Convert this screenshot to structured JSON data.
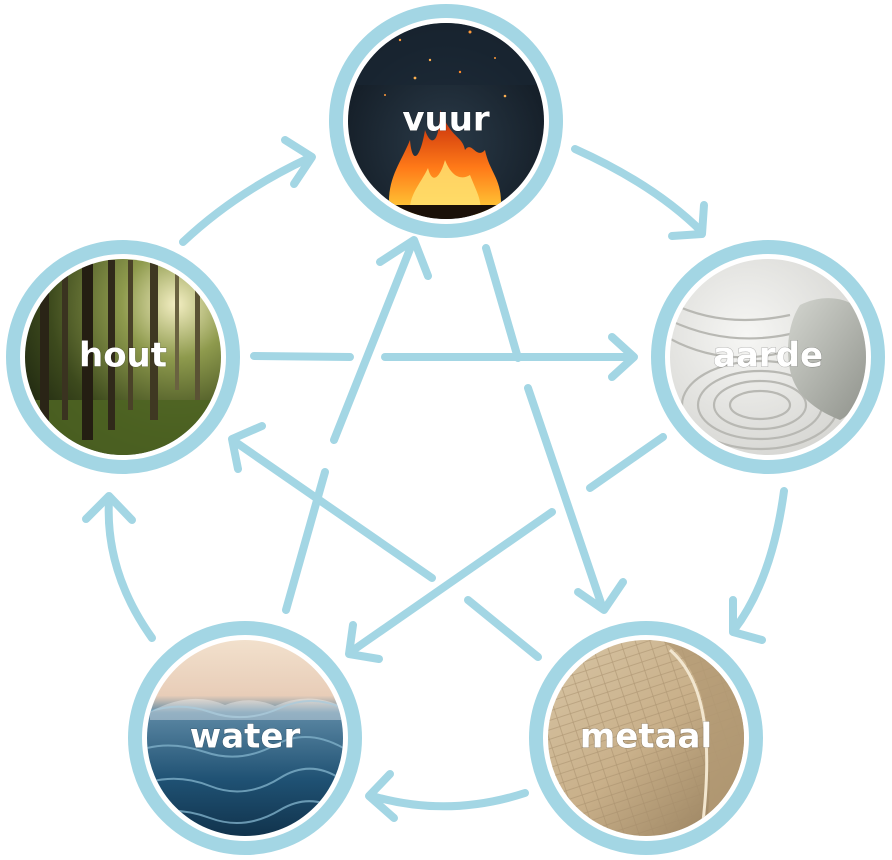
{
  "diagram": {
    "elements": [
      {
        "id": "vuur",
        "label": "vuur"
      },
      {
        "id": "aarde",
        "label": "aarde"
      },
      {
        "id": "metaal",
        "label": "metaal"
      },
      {
        "id": "water",
        "label": "water"
      },
      {
        "id": "hout",
        "label": "hout"
      }
    ],
    "generating_cycle": [
      {
        "from": "hout",
        "to": "vuur"
      },
      {
        "from": "vuur",
        "to": "aarde"
      },
      {
        "from": "aarde",
        "to": "metaal"
      },
      {
        "from": "metaal",
        "to": "water"
      },
      {
        "from": "water",
        "to": "hout"
      }
    ],
    "controlling_cycle": [
      {
        "from": "hout",
        "to": "aarde"
      },
      {
        "from": "aarde",
        "to": "water"
      },
      {
        "from": "water",
        "to": "vuur"
      },
      {
        "from": "vuur",
        "to": "metaal"
      },
      {
        "from": "metaal",
        "to": "hout"
      }
    ],
    "colors": {
      "ring": "#a3d6e4",
      "arrow": "#a3d6e4",
      "label": "#ffffff"
    }
  }
}
